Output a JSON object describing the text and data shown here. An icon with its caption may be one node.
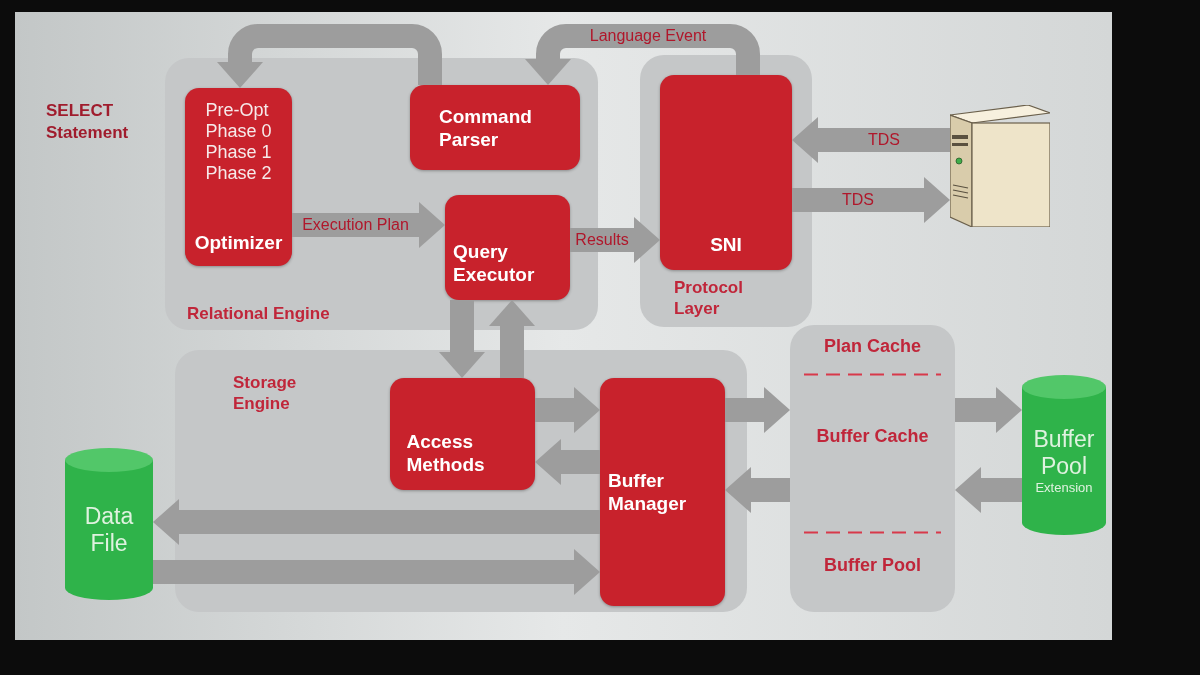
{
  "diagram": {
    "nodes": [
      {
        "text": [
          "Relational Engine"
        ]
      },
      {
        "text": [
          "Pre-Opt",
          "Phase 0",
          "Phase 1",
          "Phase 2",
          "Optimizer"
        ],
        "in": 0
      },
      {
        "text": [
          "Command Parser"
        ],
        "in": 0
      },
      {
        "text": [
          "Query Executor"
        ],
        "in": 0
      },
      {
        "text": [
          "Protocol Layer"
        ]
      },
      {
        "text": [
          "SNI"
        ],
        "in": 4
      },
      {
        "text": [],
        "shape": "server"
      },
      {
        "text": [
          "Storage Engine"
        ]
      },
      {
        "text": [
          "Access Methods"
        ],
        "in": 7
      },
      {
        "text": [
          "Buffer Manager"
        ],
        "in": 7
      },
      {
        "text": [
          "Plan Cache",
          "Buffer Cache",
          "Buffer Pool"
        ]
      },
      {
        "text": [
          "Buffer Pool",
          "Extension"
        ]
      },
      {
        "text": [
          "Data File"
        ]
      }
    ],
    "edges": [
      {
        "from": 2,
        "to": 1,
        "arrow": "to"
      },
      {
        "from": 5,
        "to": 2,
        "arrow": "to",
        "label": "Language Event"
      },
      {
        "from": 1,
        "to": 3,
        "arrow": "to",
        "label": "Execution Plan"
      },
      {
        "from": 3,
        "to": 5,
        "arrow": "to",
        "label": "Results"
      },
      {
        "from": 6,
        "to": 5,
        "arrow": "to",
        "label": "TDS"
      },
      {
        "from": 5,
        "to": 6,
        "arrow": "to",
        "label": "TDS"
      },
      {
        "from": 3,
        "to": 8,
        "arrow": "to"
      },
      {
        "from": 8,
        "to": 3,
        "arrow": "to"
      },
      {
        "from": 8,
        "to": 9,
        "arrow": "to"
      },
      {
        "from": 9,
        "to": 8,
        "arrow": "to"
      },
      {
        "from": 9,
        "to": 10,
        "arrow": "to"
      },
      {
        "from": 10,
        "to": 9,
        "arrow": "to"
      },
      {
        "from": 10,
        "to": 11,
        "arrow": "to"
      },
      {
        "from": 11,
        "to": 10,
        "arrow": "to"
      },
      {
        "from": 9,
        "to": 12,
        "arrow": "to"
      },
      {
        "from": 12,
        "to": 9,
        "arrow": "to"
      }
    ],
    "labels": [
      "SELECT Statement"
    ]
  }
}
